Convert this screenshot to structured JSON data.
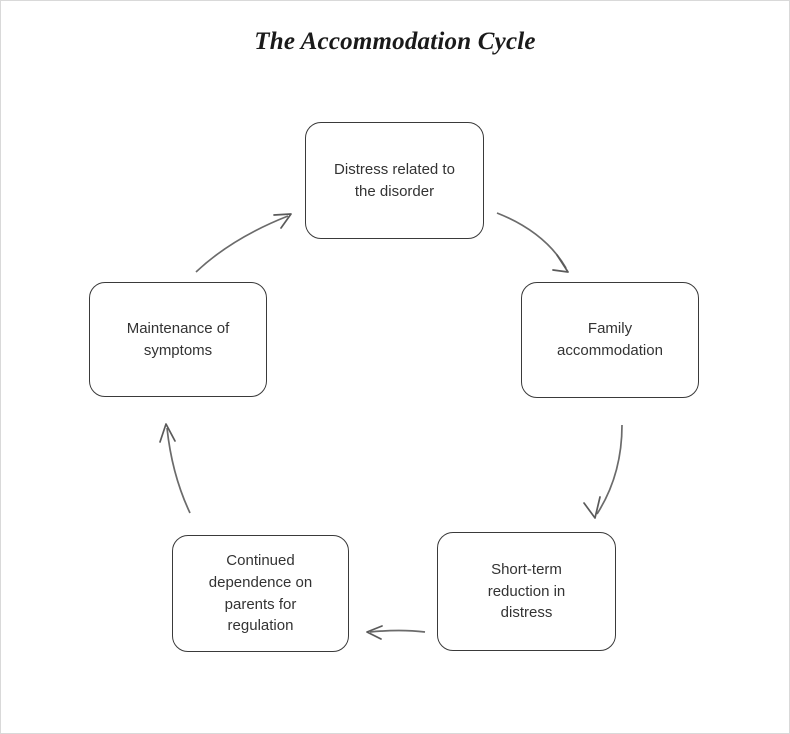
{
  "page": {
    "title": "The Accommodation Cycle",
    "background_color": "#ffffff",
    "border_color": "#d9d9d9"
  },
  "diagram": {
    "type": "cycle",
    "node_border_color": "#3a3a3a",
    "node_text_color": "#333333",
    "arrow_color": "#6b6b6b",
    "nodes": [
      {
        "id": "distress",
        "label": "Distress related to\nthe disorder"
      },
      {
        "id": "family",
        "label": "Family\naccommodation"
      },
      {
        "id": "shortterm",
        "label": "Short-term\nreduction in\ndistress"
      },
      {
        "id": "dependence",
        "label": "Continued\ndependence on\nparents for\nregulation"
      },
      {
        "id": "maintenance",
        "label": "Maintenance of\nsymptoms"
      }
    ],
    "edges": [
      {
        "id": "edge-distress-family",
        "from": "distress",
        "to": "family",
        "direction": "down-right"
      },
      {
        "id": "edge-family-shortterm",
        "from": "family",
        "to": "shortterm",
        "direction": "down"
      },
      {
        "id": "edge-shortterm-dependence",
        "from": "shortterm",
        "to": "dependence",
        "direction": "left"
      },
      {
        "id": "edge-dependence-maintenance",
        "from": "dependence",
        "to": "maintenance",
        "direction": "up"
      },
      {
        "id": "edge-maintenance-distress",
        "from": "maintenance",
        "to": "distress",
        "direction": "up-right"
      }
    ]
  }
}
